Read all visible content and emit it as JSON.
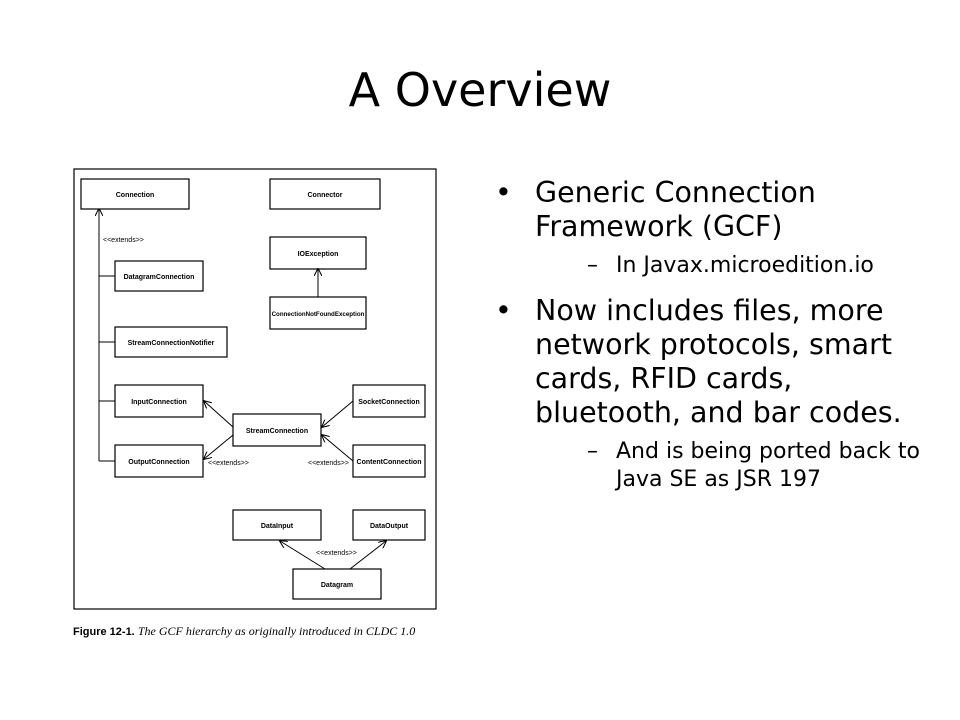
{
  "title": "A Overview",
  "figure": {
    "caption_label": "Figure 12-1.",
    "caption_text": "The GCF hierarchy as originally introduced in CLDC 1.0",
    "boxes": {
      "connection": "Connection",
      "connector": "Connector",
      "ioexception": "IOException",
      "connection_not_found": "ConnectionNotFoundException",
      "datagram_connection": "DatagramConnection",
      "stream_connection_notifier": "StreamConnectionNotifier",
      "input_connection": "InputConnection",
      "output_connection": "OutputConnection",
      "stream_connection": "StreamConnection",
      "socket_connection": "SocketConnection",
      "content_connection": "ContentConnection",
      "data_input": "DataInput",
      "data_output": "DataOutput",
      "datagram": "Datagram"
    },
    "extends_label": "<<extends>>"
  },
  "bullets": [
    {
      "text": "Generic Connection Framework (GCF)",
      "sub": [
        "In Javax.microedition.io"
      ]
    },
    {
      "text": "Now includes files, more network protocols, smart cards, RFID cards, bluetooth, and bar codes.",
      "sub": [
        "And is being ported back to Java SE as JSR 197"
      ]
    }
  ]
}
